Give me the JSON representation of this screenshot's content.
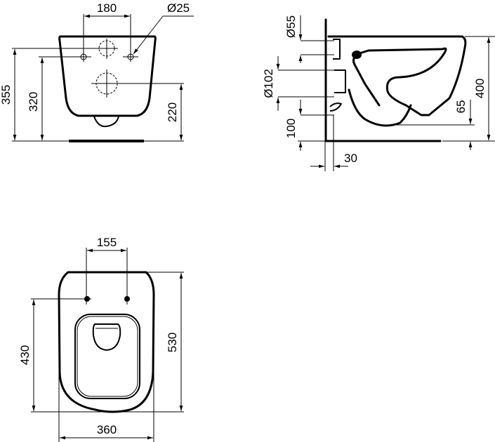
{
  "drawing": {
    "type": "technical dimension drawing",
    "subject": "wall-hung toilet",
    "units": "mm",
    "colors": {
      "line": "#000000",
      "background": "#ffffff"
    }
  },
  "views": {
    "rear": {
      "name": "rear view",
      "dimensions": {
        "fixing_spacing": "180",
        "fixing_hole_diameter": "Ø25",
        "overall_height": "355",
        "fixing_height": "320",
        "outlet_height": "220"
      }
    },
    "side": {
      "name": "side view",
      "dimensions": {
        "inlet_diameter": "Ø55",
        "outlet_diameter": "Ø102",
        "outlet_height_from_floor": "100",
        "wall_offset": "30",
        "bowl_height": "400",
        "bottom_clearance": "65"
      }
    },
    "top": {
      "name": "top view",
      "dimensions": {
        "seat_fixing_spacing": "155",
        "fixing_to_front": "430",
        "overall_length": "530",
        "overall_width": "360"
      }
    }
  }
}
